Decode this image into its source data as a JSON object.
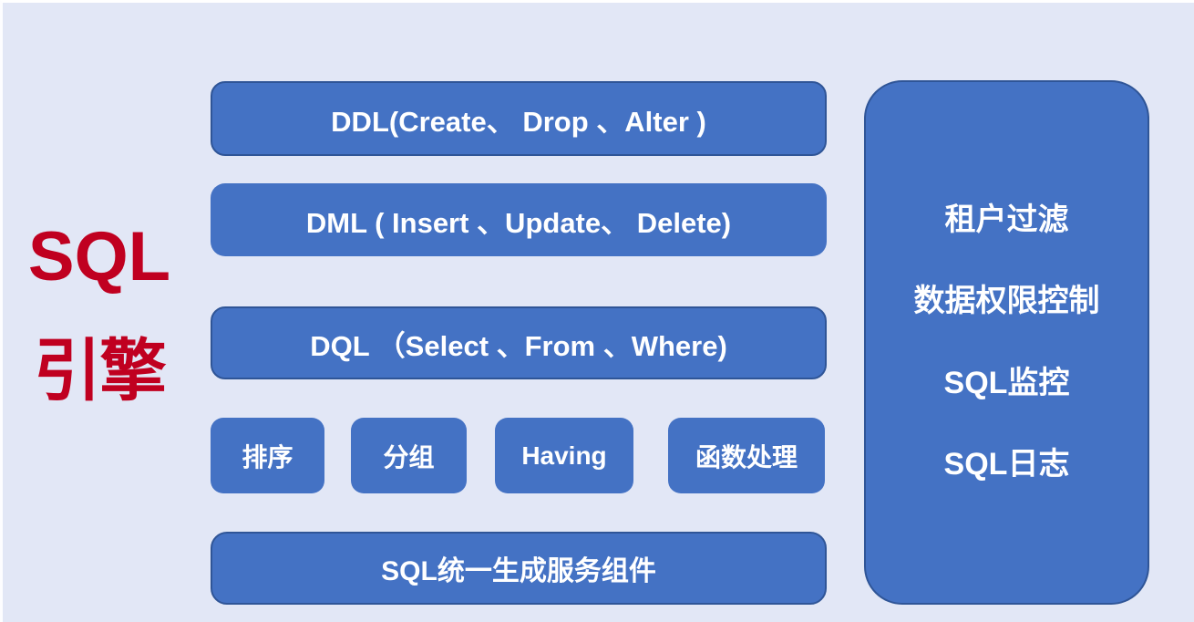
{
  "colors": {
    "background": "#e2e7f6",
    "box_blue": "#4472c4",
    "box_border": "#2f5597",
    "title_red": "#c00020",
    "box_text": "#ffffff"
  },
  "title": {
    "line1": "SQL",
    "line2": "引擎"
  },
  "statement_rows": [
    {
      "id": "ddl",
      "label": "DDL(Create、 Drop 、Alter )"
    },
    {
      "id": "dml",
      "label": "DML ( Insert 、Update、 Delete)"
    },
    {
      "id": "dql",
      "label": "DQL （Select 、From 、Where)"
    }
  ],
  "clause_chips": [
    {
      "id": "sort",
      "label": "排序"
    },
    {
      "id": "group",
      "label": "分组"
    },
    {
      "id": "having",
      "label": "Having"
    },
    {
      "id": "func",
      "label": "函数处理"
    }
  ],
  "bottom_bar": {
    "label": "SQL统一生成服务组件"
  },
  "governance_panel": {
    "items": [
      {
        "id": "tenant-filter",
        "label": "租户过滤"
      },
      {
        "id": "data-permission",
        "label": "数据权限控制"
      },
      {
        "id": "sql-monitor",
        "label": "SQL监控"
      },
      {
        "id": "sql-log",
        "label": "SQL日志"
      }
    ]
  }
}
